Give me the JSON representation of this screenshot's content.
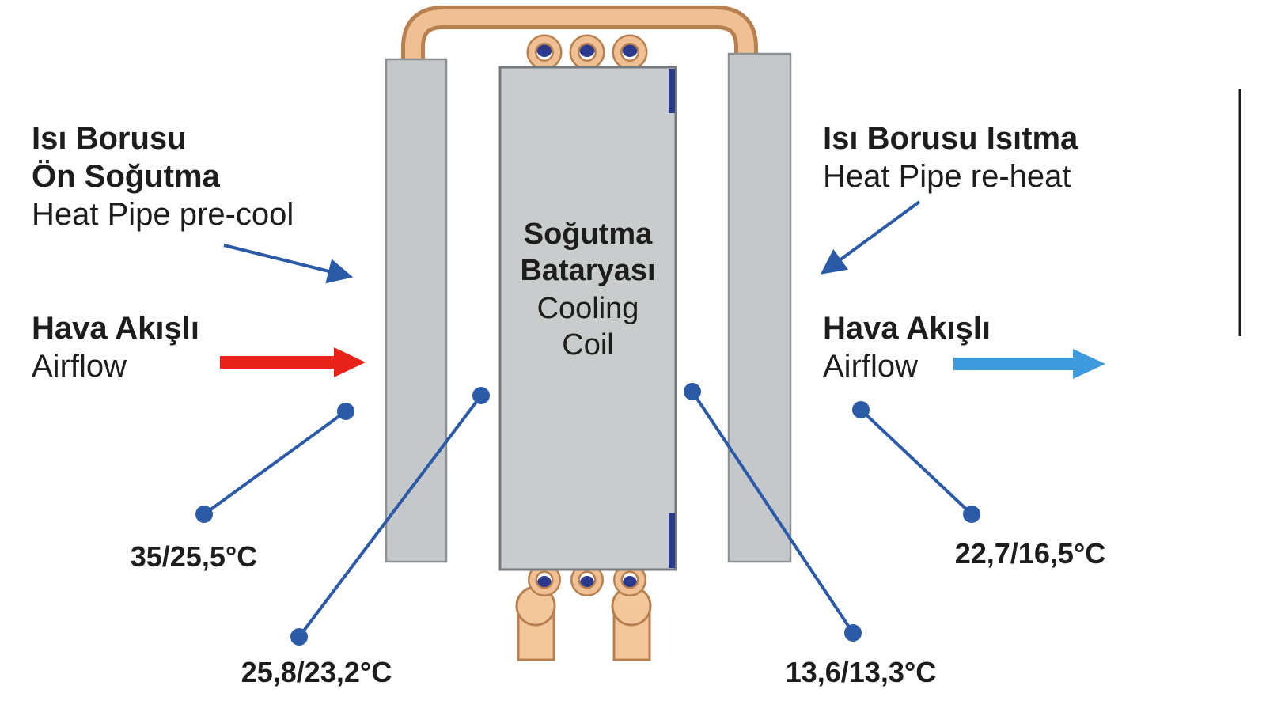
{
  "diagram": {
    "left_label": {
      "title_line1": "Isı Borusu",
      "title_line2": "Ön Soğutma",
      "subtitle": "Heat Pipe pre-cool"
    },
    "left_airflow": {
      "title": "Hava Akışlı",
      "subtitle": "Airflow"
    },
    "right_label": {
      "title": "Isı Borusu Isıtma",
      "subtitle": "Heat Pipe re-heat"
    },
    "right_airflow": {
      "title": "Hava Akışlı",
      "subtitle": "Airflow"
    },
    "cooling_coil": {
      "title_line1": "Soğutma",
      "title_line2": "Bataryası",
      "subtitle_line1": "Cooling",
      "subtitle_line2": "Coil"
    },
    "temperatures": {
      "inlet": "35/25,5°C",
      "after_precool": "25,8/23,2°C",
      "after_coil": "13,6/13,3°C",
      "after_reheat": "22,7/16,5°C"
    },
    "colors": {
      "accent_blue": "#2b5aa7",
      "airflow_red": "#e8231a",
      "airflow_light_blue": "#3e9add",
      "component_gray": "#c5c8cb",
      "component_border": "#8d9194",
      "pipe_copper": "#eec093",
      "pipe_copper_dark": "#b9804f",
      "coil_dark_blue": "#2b3a8c",
      "text_dark": "#1d1d1b"
    }
  }
}
